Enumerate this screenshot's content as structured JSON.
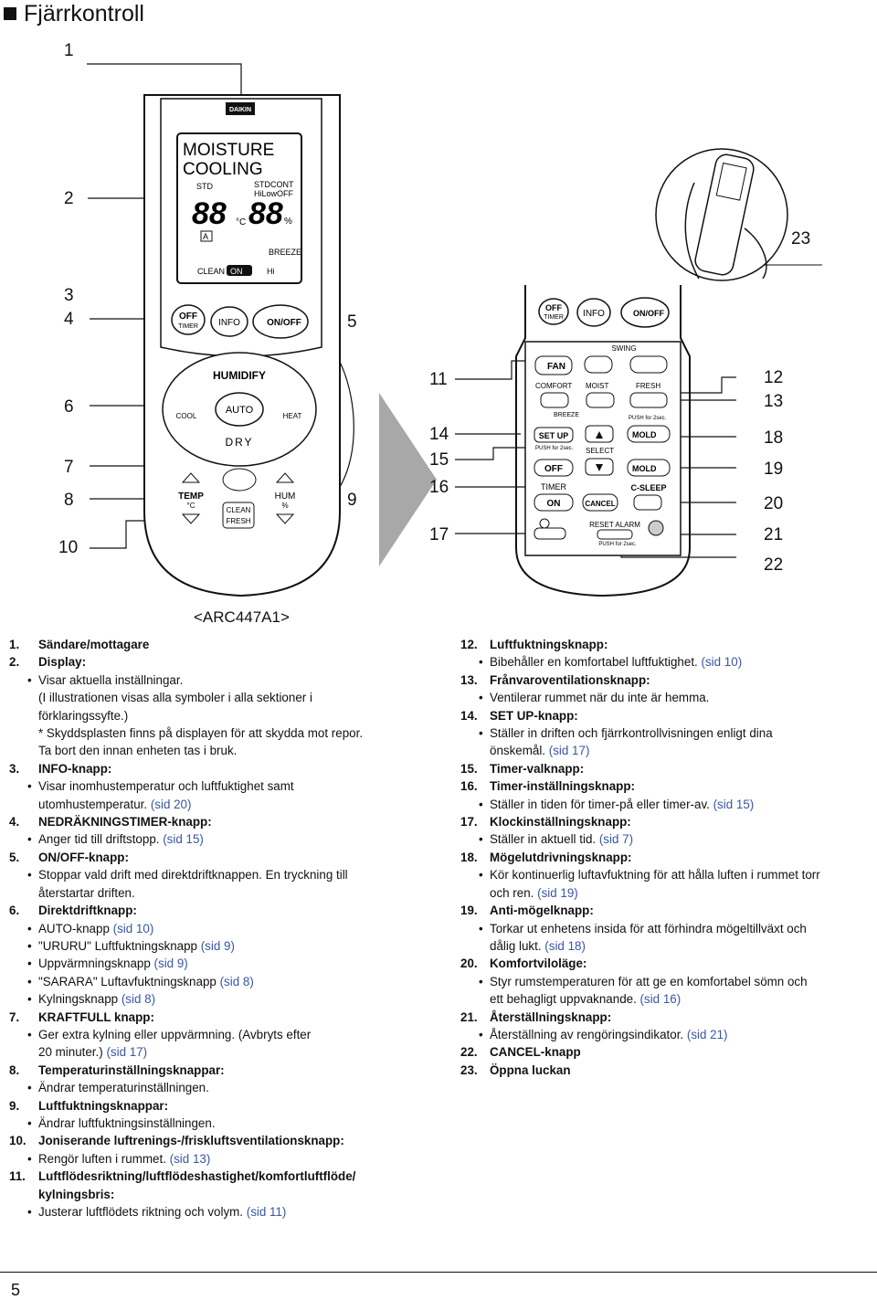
{
  "header": {
    "title": "Fjärrkontroll"
  },
  "callouts": {
    "left": [
      "1",
      "2",
      "3",
      "4",
      "5",
      "6",
      "7",
      "8",
      "9",
      "10"
    ],
    "middle": [
      "11",
      "14",
      "15",
      "16",
      "17"
    ],
    "right": [
      "12",
      "13",
      "18",
      "19",
      "20",
      "21",
      "22",
      "23"
    ]
  },
  "remote_main": {
    "brand": "DAIKIN",
    "lcd_line1": "MOISTURE",
    "lcd_line2": "COOLING",
    "lcd_std": "STD",
    "lcd_stdcont": "STDCONT",
    "lcd_hilowoff": "HiLowOFF",
    "lcd_digits1": "88",
    "lcd_digits2": "88",
    "lcd_degc": "°C",
    "lcd_pct": "%",
    "lcd_a": "A",
    "lcd_breeze": "BREEZE",
    "lcd_clean": "CLEAN",
    "lcd_on": "ON",
    "lcd_hi": "Hi",
    "off_label": "OFF",
    "timer_label": "TIMER",
    "info_label": "INFO",
    "onoff_label": "ON/OFF",
    "humidify_label": "HUMIDIFY",
    "auto_label": "AUTO",
    "dry_label": "DRY",
    "cool_label": "COOL",
    "heat_label": "HEAT",
    "temp_label": "TEMP",
    "temp_unit": "°C",
    "hum_label": "HUM",
    "hum_unit": "%",
    "clean_label": "CLEAN",
    "fresh_label": "FRESH",
    "model": "<ARC447A1>"
  },
  "remote_open": {
    "off_label": "OFF",
    "timer_label": "TIMER",
    "info_label": "INFO",
    "onoff_label": "ON/OFF",
    "swing_label": "SWING",
    "fan_label": "FAN",
    "comfort_label": "COMFORT",
    "moist_label": "MOIST",
    "fresh_label": "FRESH",
    "breeze_label": "BREEZE",
    "push2": "PUSH for 2sec.",
    "setup_label": "SET UP",
    "select_label": "SELECT",
    "mold_label": "MOLD",
    "off2_label": "OFF",
    "timer2_label": "TIMER",
    "on_label": "ON",
    "cancel_label": "CANCEL",
    "csleep_label": "C-SLEEP",
    "reset_alarm_label": "RESET ALARM"
  },
  "list_left": [
    {
      "n": "1.",
      "t": "Sändare/mottagare",
      "lines": []
    },
    {
      "n": "2.",
      "t": "Display:",
      "lines": [
        {
          "b": true,
          "s": "Visar aktuella inställningar.",
          "r": ""
        },
        {
          "b": false,
          "s": "(I illustrationen visas alla symboler i alla sektioner i",
          "r": ""
        },
        {
          "b": false,
          "s": "förklaringssyfte.)",
          "r": ""
        },
        {
          "b": false,
          "s": "* Skyddsplasten finns på displayen för att skydda mot repor.",
          "r": ""
        },
        {
          "b": false,
          "s": "Ta bort den innan enheten tas i bruk.",
          "r": ""
        }
      ]
    },
    {
      "n": "3.",
      "t": "INFO-knapp:",
      "lines": [
        {
          "b": true,
          "s": "Visar inomhustemperatur och luftfuktighet samt",
          "r": ""
        },
        {
          "b": false,
          "s": "utomhustemperatur. ",
          "r": "(sid 20)"
        }
      ]
    },
    {
      "n": "4.",
      "t": "NEDRÄKNINGSTIMER-knapp:",
      "lines": [
        {
          "b": true,
          "s": "Anger tid till driftstopp. ",
          "r": "(sid 15)"
        }
      ]
    },
    {
      "n": "5.",
      "t": "ON/OFF-knapp:",
      "lines": [
        {
          "b": true,
          "s": "Stoppar vald drift med direktdriftknappen. En tryckning till",
          "r": ""
        },
        {
          "b": false,
          "s": "återstartar driften.",
          "r": ""
        }
      ]
    },
    {
      "n": "6.",
      "t": "Direktdriftknapp:",
      "lines": [
        {
          "b": true,
          "s": "AUTO-knapp ",
          "r": "(sid 10)"
        },
        {
          "b": true,
          "s": "\"URURU\" Luftfuktningsknapp ",
          "r": "(sid 9)"
        },
        {
          "b": true,
          "s": "Uppvärmningsknapp ",
          "r": "(sid 9)"
        },
        {
          "b": true,
          "s": "\"SARARA\" Luftavfuktningsknapp ",
          "r": "(sid 8)"
        },
        {
          "b": true,
          "s": "Kylningsknapp ",
          "r": "(sid 8)"
        }
      ]
    },
    {
      "n": "7.",
      "t": "KRAFTFULL knapp:",
      "lines": [
        {
          "b": true,
          "s": "Ger extra kylning eller uppvärmning. (Avbryts efter",
          "r": ""
        },
        {
          "b": false,
          "s": "20 minuter.) ",
          "r": "(sid 17)"
        }
      ]
    },
    {
      "n": "8.",
      "t": "Temperaturinställningsknappar:",
      "lines": [
        {
          "b": true,
          "s": "Ändrar temperaturinställningen.",
          "r": ""
        }
      ]
    },
    {
      "n": "9.",
      "t": "Luftfuktningsknappar:",
      "lines": [
        {
          "b": true,
          "s": "Ändrar luftfuktningsinställningen.",
          "r": ""
        }
      ]
    },
    {
      "n": "10.",
      "t": "Joniserande luftrenings-/friskluftsventilationsknapp:",
      "lines": [
        {
          "b": true,
          "s": "Rengör luften i rummet. ",
          "r": "(sid 13)"
        }
      ]
    },
    {
      "n": "11.",
      "t": "Luftflödesriktning/luftflödeshastighet/komfortluftflöde/",
      "lines": [
        {
          "b": false,
          "s": "kylningsbris:",
          "r": "",
          "bold": true
        },
        {
          "b": true,
          "s": "Justerar luftflödets riktning och volym. ",
          "r": "(sid 11)"
        }
      ]
    }
  ],
  "list_right": [
    {
      "n": "12.",
      "t": "Luftfuktningsknapp:",
      "lines": [
        {
          "b": true,
          "s": "Bibehåller en komfortabel luftfuktighet. ",
          "r": "(sid 10)"
        }
      ]
    },
    {
      "n": "13.",
      "t": "Frånvaroventilationsknapp:",
      "lines": [
        {
          "b": true,
          "s": "Ventilerar rummet när du inte är hemma.",
          "r": ""
        }
      ]
    },
    {
      "n": "14.",
      "t": "SET UP-knapp:",
      "lines": [
        {
          "b": true,
          "s": "Ställer in driften och fjärrkontrollvisningen enligt dina",
          "r": ""
        },
        {
          "b": false,
          "s": "önskemål. ",
          "r": "(sid 17)"
        }
      ]
    },
    {
      "n": "15.",
      "t": "Timer-valknapp:",
      "lines": []
    },
    {
      "n": "16.",
      "t": "Timer-inställningsknapp:",
      "lines": [
        {
          "b": true,
          "s": "Ställer in tiden för timer-på eller timer-av. ",
          "r": "(sid 15)"
        }
      ]
    },
    {
      "n": "17.",
      "t": "Klockinställningsknapp:",
      "lines": [
        {
          "b": true,
          "s": "Ställer in aktuell tid. ",
          "r": "(sid 7)"
        }
      ]
    },
    {
      "n": "18.",
      "t": "Mögelutdrivningsknapp:",
      "lines": [
        {
          "b": true,
          "s": "Kör kontinuerlig luftavfuktning för att hålla luften i rummet torr",
          "r": ""
        },
        {
          "b": false,
          "s": "och ren. ",
          "r": "(sid 19)"
        }
      ]
    },
    {
      "n": "19.",
      "t": "Anti-mögelknapp:",
      "lines": [
        {
          "b": true,
          "s": "Torkar ut enhetens insida för att förhindra mögeltillväxt och",
          "r": ""
        },
        {
          "b": false,
          "s": "dålig lukt. ",
          "r": "(sid 18)"
        }
      ]
    },
    {
      "n": "20.",
      "t": "Komfortviloläge:",
      "lines": [
        {
          "b": true,
          "s": "Styr rumstemperaturen för att ge en komfortabel sömn och",
          "r": ""
        },
        {
          "b": false,
          "s": "ett behagligt uppvaknande. ",
          "r": "(sid 16)"
        }
      ]
    },
    {
      "n": "21.",
      "t": "Återställningsknapp:",
      "lines": [
        {
          "b": true,
          "s": "Återställning av rengöringsindikator. ",
          "r": "(sid 21)"
        }
      ]
    },
    {
      "n": "22.",
      "t": "CANCEL-knapp",
      "lines": []
    },
    {
      "n": "23.",
      "t": "Öppna luckan",
      "lines": []
    }
  ],
  "footer": {
    "page_number": "5"
  }
}
